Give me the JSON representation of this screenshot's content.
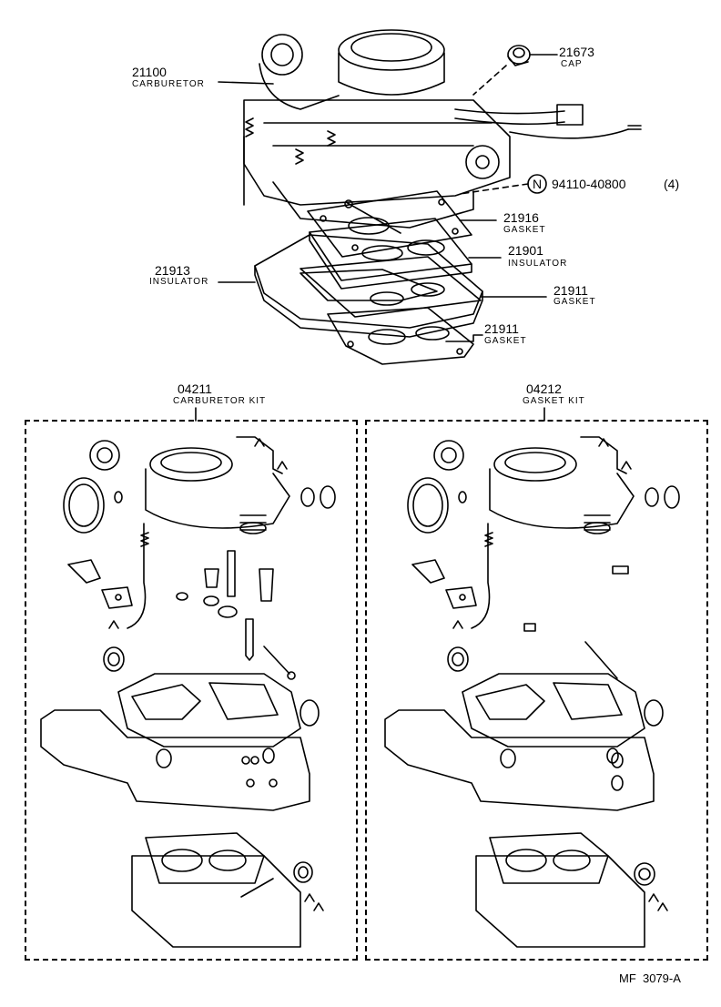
{
  "parts": {
    "carburetor": {
      "number": "21100",
      "name": "CARBURETOR"
    },
    "cap": {
      "number": "21673",
      "name": "CAP"
    },
    "bolt": {
      "symbol": "N",
      "number": "94110-40800",
      "qty": "(4)"
    },
    "gasket_upper": {
      "number": "21916",
      "name": "GASKET"
    },
    "insulator_upper": {
      "number": "21901",
      "name": "INSULATOR"
    },
    "insulator_lower": {
      "number": "21913",
      "name": "INSULATOR"
    },
    "gasket_mid": {
      "number": "21911",
      "name": "GASKET"
    },
    "gasket_lower": {
      "number": "21911",
      "name": "GASKET"
    }
  },
  "kits": [
    {
      "number": "04211",
      "name": "CARBURETOR KIT"
    },
    {
      "number": "04212",
      "name": "GASKET KIT"
    }
  ],
  "figure_ref": "MF  3079-A"
}
